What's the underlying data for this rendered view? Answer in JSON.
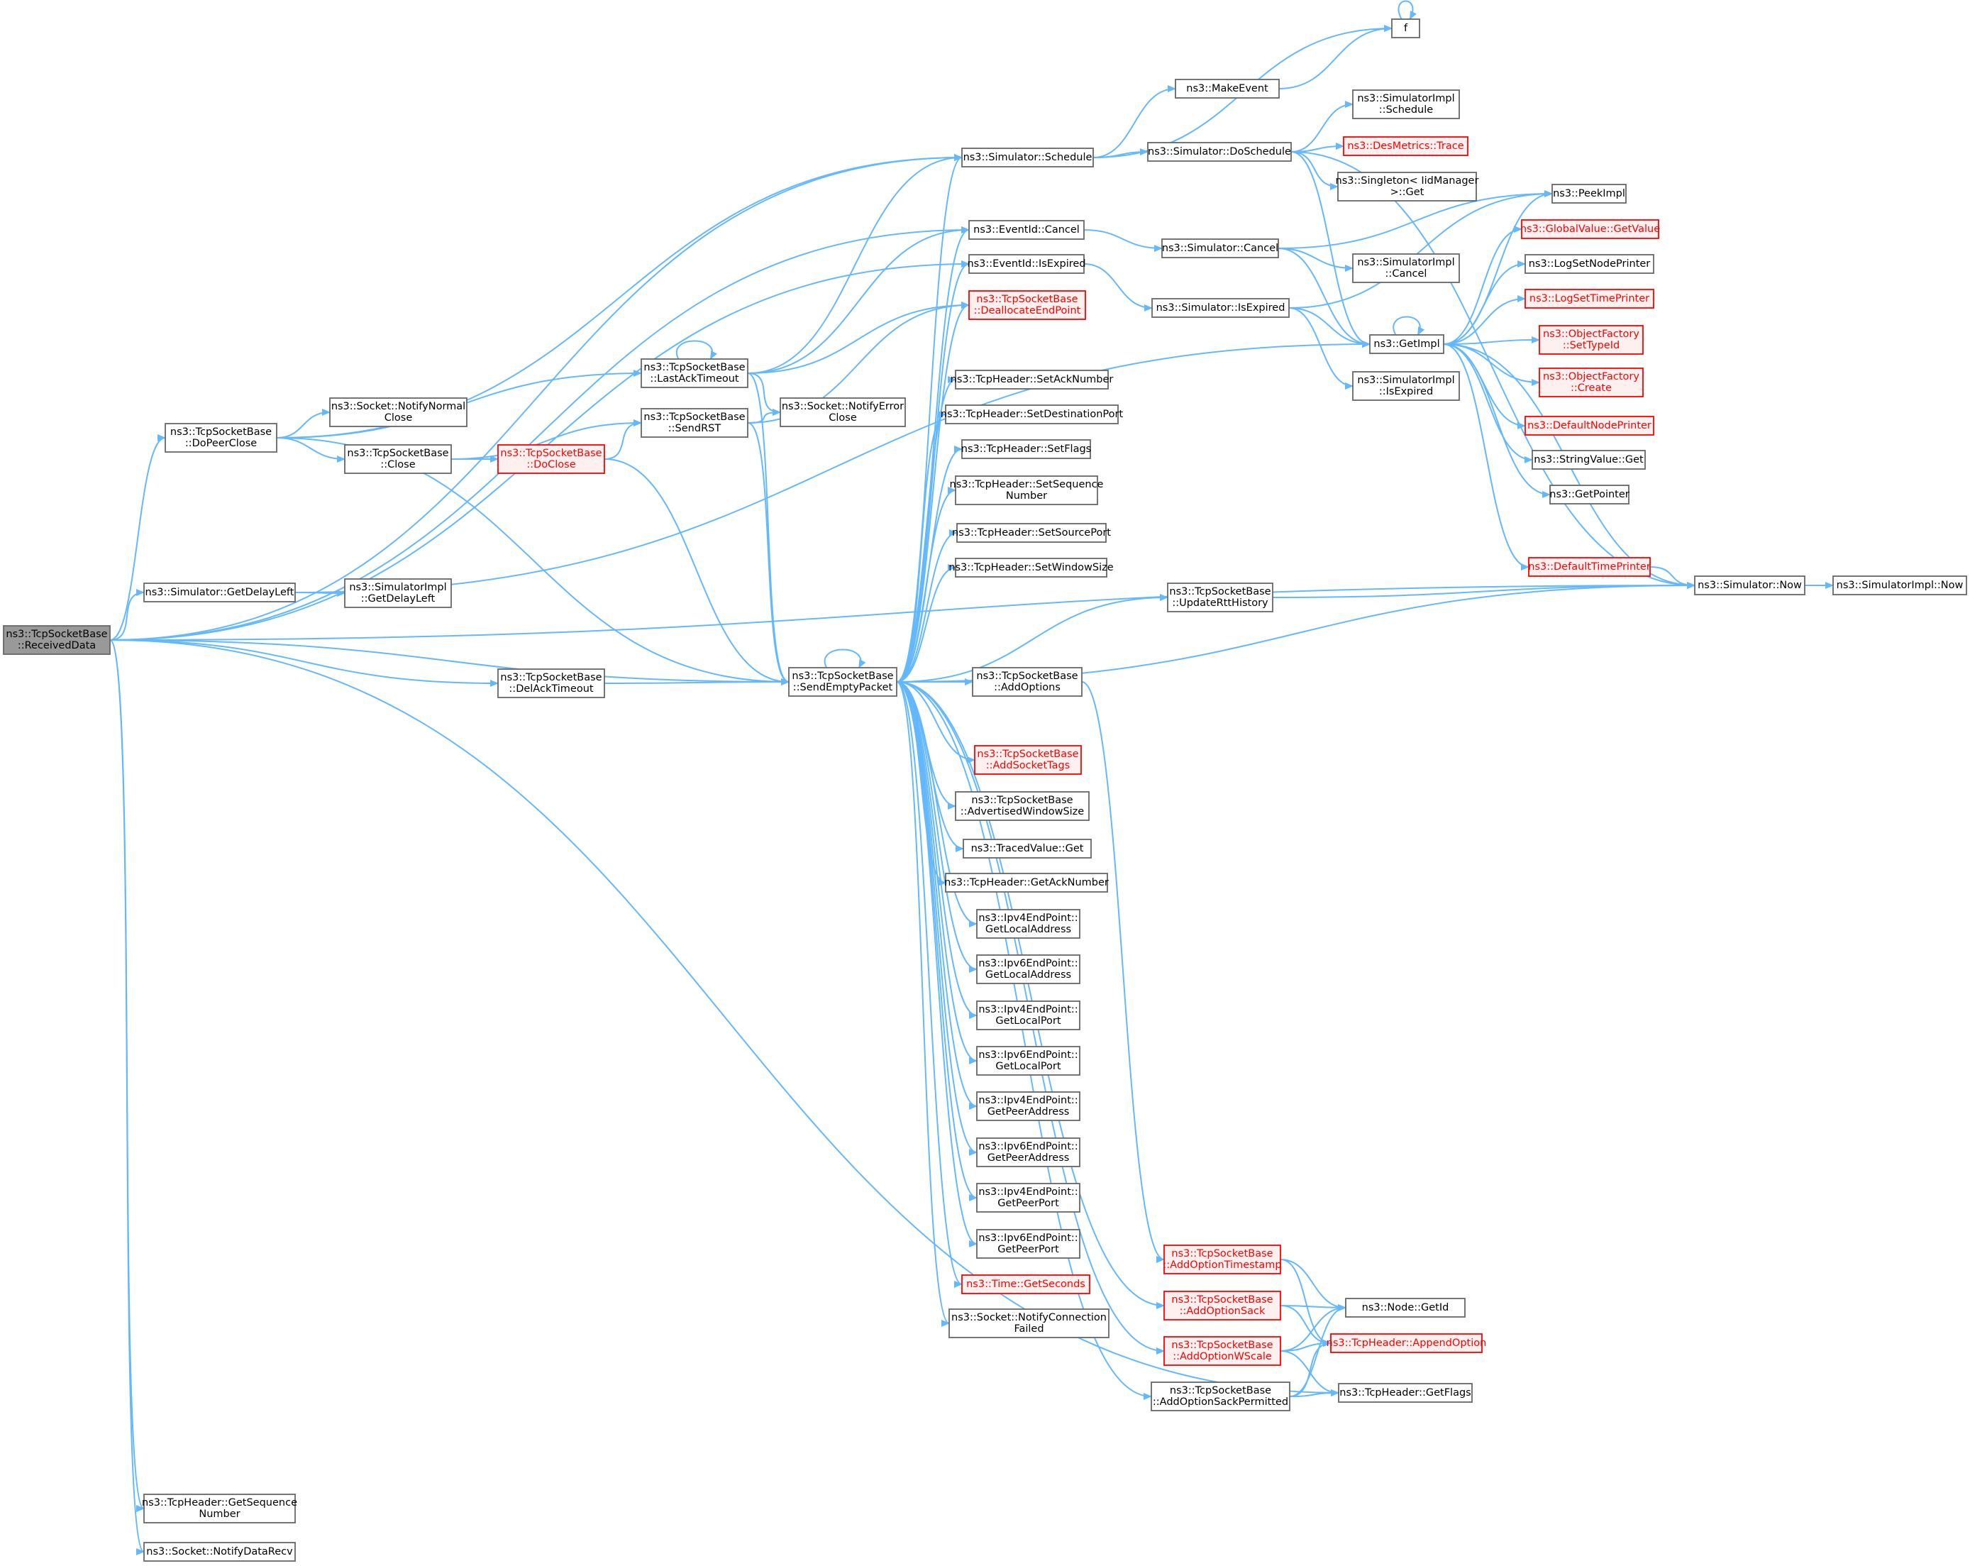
{
  "diagram": {
    "type": "call-graph",
    "colors": {
      "edge": "#63b8ff",
      "node_border": "#666666",
      "highlight_border": "#ff0000",
      "highlight_fill": "#fff0f0",
      "root_fill": "#999999"
    },
    "nodes": [
      {
        "id": "ReceivedData",
        "lines": [
          "ns3::TcpSocketBase",
          "::ReceivedData"
        ],
        "style": "root"
      },
      {
        "id": "DoPeerClose",
        "lines": [
          "ns3::TcpSocketBase",
          "::DoPeerClose"
        ],
        "style": "normal"
      },
      {
        "id": "GetDelayLeft",
        "lines": [
          "ns3::Simulator::GetDelayLeft"
        ],
        "style": "normal"
      },
      {
        "id": "GetSequenceNumber",
        "lines": [
          "ns3::TcpHeader::GetSequence",
          "Number"
        ],
        "style": "normal"
      },
      {
        "id": "NotifyDataRecv",
        "lines": [
          "ns3::Socket::NotifyDataRecv"
        ],
        "style": "normal"
      },
      {
        "id": "NotifyNormalClose",
        "lines": [
          "ns3::Socket::NotifyNormal",
          "Close"
        ],
        "style": "normal"
      },
      {
        "id": "Close",
        "lines": [
          "ns3::TcpSocketBase",
          "::Close"
        ],
        "style": "normal"
      },
      {
        "id": "SimImplGetDelayLeft",
        "lines": [
          "ns3::SimulatorImpl",
          "::GetDelayLeft"
        ],
        "style": "normal"
      },
      {
        "id": "DelAckTimeout",
        "lines": [
          "ns3::TcpSocketBase",
          "::DelAckTimeout"
        ],
        "style": "normal"
      },
      {
        "id": "DoClose",
        "lines": [
          "ns3::TcpSocketBase",
          "::DoClose"
        ],
        "style": "red"
      },
      {
        "id": "LastAckTimeout",
        "lines": [
          "ns3::TcpSocketBase",
          "::LastAckTimeout"
        ],
        "style": "normal"
      },
      {
        "id": "SendRST",
        "lines": [
          "ns3::TcpSocketBase",
          "::SendRST"
        ],
        "style": "normal"
      },
      {
        "id": "NotifyErrorClose",
        "lines": [
          "ns3::Socket::NotifyError",
          "Close"
        ],
        "style": "normal"
      },
      {
        "id": "SendEmptyPacket",
        "lines": [
          "ns3::TcpSocketBase",
          "::SendEmptyPacket"
        ],
        "style": "normal"
      },
      {
        "id": "Schedule",
        "lines": [
          "ns3::Simulator::Schedule"
        ],
        "style": "normal"
      },
      {
        "id": "EventIdCancel",
        "lines": [
          "ns3::EventId::Cancel"
        ],
        "style": "normal"
      },
      {
        "id": "EventIdIsExpired",
        "lines": [
          "ns3::EventId::IsExpired"
        ],
        "style": "normal"
      },
      {
        "id": "DeallocateEndPoint",
        "lines": [
          "ns3::TcpSocketBase",
          "::DeallocateEndPoint"
        ],
        "style": "red"
      },
      {
        "id": "SetAckNumber",
        "lines": [
          "ns3::TcpHeader::SetAckNumber"
        ],
        "style": "normal"
      },
      {
        "id": "SetDestinationPort",
        "lines": [
          "ns3::TcpHeader::SetDestinationPort"
        ],
        "style": "normal"
      },
      {
        "id": "SetFlags",
        "lines": [
          "ns3::TcpHeader::SetFlags"
        ],
        "style": "normal"
      },
      {
        "id": "SetSequenceNumber",
        "lines": [
          "ns3::TcpHeader::SetSequence",
          "Number"
        ],
        "style": "normal"
      },
      {
        "id": "SetSourcePort",
        "lines": [
          "ns3::TcpHeader::SetSourcePort"
        ],
        "style": "normal"
      },
      {
        "id": "SetWindowSize",
        "lines": [
          "ns3::TcpHeader::SetWindowSize"
        ],
        "style": "normal"
      },
      {
        "id": "AddOptions",
        "lines": [
          "ns3::TcpSocketBase",
          "::AddOptions"
        ],
        "style": "normal"
      },
      {
        "id": "AddSocketTags",
        "lines": [
          "ns3::TcpSocketBase",
          "::AddSocketTags"
        ],
        "style": "red"
      },
      {
        "id": "AdvertisedWindowSize",
        "lines": [
          "ns3::TcpSocketBase",
          "::AdvertisedWindowSize"
        ],
        "style": "normal"
      },
      {
        "id": "TracedValueGet",
        "lines": [
          "ns3::TracedValue::Get"
        ],
        "style": "normal"
      },
      {
        "id": "GetAckNumber",
        "lines": [
          "ns3::TcpHeader::GetAckNumber"
        ],
        "style": "normal"
      },
      {
        "id": "Ipv4GetLocalAddress",
        "lines": [
          "ns3::Ipv4EndPoint::",
          "GetLocalAddress"
        ],
        "style": "normal"
      },
      {
        "id": "Ipv6GetLocalAddress",
        "lines": [
          "ns3::Ipv6EndPoint::",
          "GetLocalAddress"
        ],
        "style": "normal"
      },
      {
        "id": "Ipv4GetLocalPort",
        "lines": [
          "ns3::Ipv4EndPoint::",
          "GetLocalPort"
        ],
        "style": "normal"
      },
      {
        "id": "Ipv6GetLocalPort",
        "lines": [
          "ns3::Ipv6EndPoint::",
          "GetLocalPort"
        ],
        "style": "normal"
      },
      {
        "id": "Ipv4GetPeerAddress",
        "lines": [
          "ns3::Ipv4EndPoint::",
          "GetPeerAddress"
        ],
        "style": "normal"
      },
      {
        "id": "Ipv6GetPeerAddress",
        "lines": [
          "ns3::Ipv6EndPoint::",
          "GetPeerAddress"
        ],
        "style": "normal"
      },
      {
        "id": "Ipv4GetPeerPort",
        "lines": [
          "ns3::Ipv4EndPoint::",
          "GetPeerPort"
        ],
        "style": "normal"
      },
      {
        "id": "Ipv6GetPeerPort",
        "lines": [
          "ns3::Ipv6EndPoint::",
          "GetPeerPort"
        ],
        "style": "normal"
      },
      {
        "id": "GetSeconds",
        "lines": [
          "ns3::Time::GetSeconds"
        ],
        "style": "red"
      },
      {
        "id": "NotifyConnectionFailed",
        "lines": [
          "ns3::Socket::NotifyConnection",
          "Failed"
        ],
        "style": "normal"
      },
      {
        "id": "MakeEvent",
        "lines": [
          "ns3::MakeEvent"
        ],
        "style": "normal"
      },
      {
        "id": "f",
        "lines": [
          "f"
        ],
        "style": "normal"
      },
      {
        "id": "DoSchedule",
        "lines": [
          "ns3::Simulator::DoSchedule"
        ],
        "style": "normal"
      },
      {
        "id": "SimCancel",
        "lines": [
          "ns3::Simulator::Cancel"
        ],
        "style": "normal"
      },
      {
        "id": "SimIsExpired",
        "lines": [
          "ns3::Simulator::IsExpired"
        ],
        "style": "normal"
      },
      {
        "id": "UpdateRttHistory",
        "lines": [
          "ns3::TcpSocketBase",
          "::UpdateRttHistory"
        ],
        "style": "normal"
      },
      {
        "id": "AddOptionTimestamp",
        "lines": [
          "ns3::TcpSocketBase",
          "::AddOptionTimestamp"
        ],
        "style": "red"
      },
      {
        "id": "AddOptionSack",
        "lines": [
          "ns3::TcpSocketBase",
          "::AddOptionSack"
        ],
        "style": "red"
      },
      {
        "id": "AddOptionWScale",
        "lines": [
          "ns3::TcpSocketBase",
          "::AddOptionWScale"
        ],
        "style": "red"
      },
      {
        "id": "AddOptionSackPermitted",
        "lines": [
          "ns3::TcpSocketBase",
          "::AddOptionSackPermitted"
        ],
        "style": "normal"
      },
      {
        "id": "SimImplSchedule",
        "lines": [
          "ns3::SimulatorImpl",
          "::Schedule"
        ],
        "style": "normal"
      },
      {
        "id": "DesMetricsTrace",
        "lines": [
          "ns3::DesMetrics::Trace"
        ],
        "style": "red"
      },
      {
        "id": "SingletonGet",
        "lines": [
          "ns3::Singleton< IidManager",
          ">::Get"
        ],
        "style": "normal"
      },
      {
        "id": "SimImplCancel",
        "lines": [
          "ns3::SimulatorImpl",
          "::Cancel"
        ],
        "style": "normal"
      },
      {
        "id": "GetImpl",
        "lines": [
          "ns3::GetImpl"
        ],
        "style": "normal"
      },
      {
        "id": "SimImplIsExpired",
        "lines": [
          "ns3::SimulatorImpl",
          "::IsExpired"
        ],
        "style": "normal"
      },
      {
        "id": "NodeGetId",
        "lines": [
          "ns3::Node::GetId"
        ],
        "style": "normal"
      },
      {
        "id": "AppendOption",
        "lines": [
          "ns3::TcpHeader::AppendOption"
        ],
        "style": "red"
      },
      {
        "id": "GetFlags",
        "lines": [
          "ns3::TcpHeader::GetFlags"
        ],
        "style": "normal"
      },
      {
        "id": "PeekImpl",
        "lines": [
          "ns3::PeekImpl"
        ],
        "style": "normal"
      },
      {
        "id": "GlobalValueGetValue",
        "lines": [
          "ns3::GlobalValue::GetValue"
        ],
        "style": "red"
      },
      {
        "id": "LogSetNodePrinter",
        "lines": [
          "ns3::LogSetNodePrinter"
        ],
        "style": "normal"
      },
      {
        "id": "LogSetTimePrinter",
        "lines": [
          "ns3::LogSetTimePrinter"
        ],
        "style": "red"
      },
      {
        "id": "SetTypeId",
        "lines": [
          "ns3::ObjectFactory",
          "::SetTypeId"
        ],
        "style": "red"
      },
      {
        "id": "ObjectFactoryCreate",
        "lines": [
          "ns3::ObjectFactory",
          "::Create"
        ],
        "style": "red"
      },
      {
        "id": "DefaultNodePrinter",
        "lines": [
          "ns3::DefaultNodePrinter"
        ],
        "style": "red"
      },
      {
        "id": "StringValueGet",
        "lines": [
          "ns3::StringValue::Get"
        ],
        "style": "normal"
      },
      {
        "id": "GetPointer",
        "lines": [
          "ns3::GetPointer"
        ],
        "style": "normal"
      },
      {
        "id": "DefaultTimePrinter",
        "lines": [
          "ns3::DefaultTimePrinter"
        ],
        "style": "red"
      },
      {
        "id": "SimNow",
        "lines": [
          "ns3::Simulator::Now"
        ],
        "style": "normal"
      },
      {
        "id": "SimImplNow",
        "lines": [
          "ns3::SimulatorImpl::Now"
        ],
        "style": "normal"
      }
    ],
    "edges": [
      [
        "ReceivedData",
        "Schedule"
      ],
      [
        "ReceivedData",
        "EventIdCancel"
      ],
      [
        "ReceivedData",
        "EventIdIsExpired"
      ],
      [
        "ReceivedData",
        "DoPeerClose"
      ],
      [
        "ReceivedData",
        "GetDelayLeft"
      ],
      [
        "ReceivedData",
        "SendEmptyPacket"
      ],
      [
        "ReceivedData",
        "DelAckTimeout"
      ],
      [
        "ReceivedData",
        "GetFlags"
      ],
      [
        "ReceivedData",
        "SimNow"
      ],
      [
        "ReceivedData",
        "GetSequenceNumber"
      ],
      [
        "ReceivedData",
        "NotifyDataRecv"
      ],
      [
        "DoPeerClose",
        "Schedule"
      ],
      [
        "DoPeerClose",
        "LastAckTimeout"
      ],
      [
        "DoPeerClose",
        "NotifyNormalClose"
      ],
      [
        "DoPeerClose",
        "Close"
      ],
      [
        "DoPeerClose",
        "SendEmptyPacket"
      ],
      [
        "GetDelayLeft",
        "SimImplGetDelayLeft"
      ],
      [
        "GetDelayLeft",
        "GetImpl"
      ],
      [
        "Close",
        "SendRST"
      ],
      [
        "Close",
        "DoClose"
      ],
      [
        "DoClose",
        "SendRST"
      ],
      [
        "DoClose",
        "SendEmptyPacket"
      ],
      [
        "DelAckTimeout",
        "SendEmptyPacket"
      ],
      [
        "LastAckTimeout",
        "LastAckTimeout"
      ],
      [
        "LastAckTimeout",
        "Schedule"
      ],
      [
        "LastAckTimeout",
        "EventIdCancel"
      ],
      [
        "LastAckTimeout",
        "DeallocateEndPoint"
      ],
      [
        "LastAckTimeout",
        "NotifyErrorClose"
      ],
      [
        "LastAckTimeout",
        "SendEmptyPacket"
      ],
      [
        "SendRST",
        "NotifyErrorClose"
      ],
      [
        "SendRST",
        "DeallocateEndPoint"
      ],
      [
        "SendRST",
        "SendEmptyPacket"
      ],
      [
        "SendEmptyPacket",
        "SendEmptyPacket"
      ],
      [
        "SendEmptyPacket",
        "Schedule"
      ],
      [
        "SendEmptyPacket",
        "EventIdCancel"
      ],
      [
        "SendEmptyPacket",
        "EventIdIsExpired"
      ],
      [
        "SendEmptyPacket",
        "DeallocateEndPoint"
      ],
      [
        "SendEmptyPacket",
        "SetAckNumber"
      ],
      [
        "SendEmptyPacket",
        "SetDestinationPort"
      ],
      [
        "SendEmptyPacket",
        "SetFlags"
      ],
      [
        "SendEmptyPacket",
        "SetSequenceNumber"
      ],
      [
        "SendEmptyPacket",
        "SetSourcePort"
      ],
      [
        "SendEmptyPacket",
        "SetWindowSize"
      ],
      [
        "SendEmptyPacket",
        "UpdateRttHistory"
      ],
      [
        "SendEmptyPacket",
        "SimNow"
      ],
      [
        "SendEmptyPacket",
        "AddOptions"
      ],
      [
        "SendEmptyPacket",
        "AddSocketTags"
      ],
      [
        "SendEmptyPacket",
        "AdvertisedWindowSize"
      ],
      [
        "SendEmptyPacket",
        "TracedValueGet"
      ],
      [
        "SendEmptyPacket",
        "GetAckNumber"
      ],
      [
        "SendEmptyPacket",
        "Ipv4GetLocalAddress"
      ],
      [
        "SendEmptyPacket",
        "Ipv6GetLocalAddress"
      ],
      [
        "SendEmptyPacket",
        "Ipv4GetLocalPort"
      ],
      [
        "SendEmptyPacket",
        "Ipv6GetLocalPort"
      ],
      [
        "SendEmptyPacket",
        "Ipv4GetPeerAddress"
      ],
      [
        "SendEmptyPacket",
        "Ipv6GetPeerAddress"
      ],
      [
        "SendEmptyPacket",
        "Ipv4GetPeerPort"
      ],
      [
        "SendEmptyPacket",
        "Ipv6GetPeerPort"
      ],
      [
        "SendEmptyPacket",
        "GetSeconds"
      ],
      [
        "SendEmptyPacket",
        "NotifyConnectionFailed"
      ],
      [
        "SendEmptyPacket",
        "AddOptionSack"
      ],
      [
        "SendEmptyPacket",
        "AddOptionWScale"
      ],
      [
        "SendEmptyPacket",
        "AddOptionSackPermitted"
      ],
      [
        "Schedule",
        "MakeEvent"
      ],
      [
        "Schedule",
        "f"
      ],
      [
        "Schedule",
        "DoSchedule"
      ],
      [
        "MakeEvent",
        "f"
      ],
      [
        "f",
        "f"
      ],
      [
        "DoSchedule",
        "SimImplSchedule"
      ],
      [
        "DoSchedule",
        "DesMetricsTrace"
      ],
      [
        "DoSchedule",
        "SingletonGet"
      ],
      [
        "DoSchedule",
        "GetImpl"
      ],
      [
        "DoSchedule",
        "SimNow"
      ],
      [
        "EventIdCancel",
        "SimCancel"
      ],
      [
        "SimCancel",
        "SimImplCancel"
      ],
      [
        "SimCancel",
        "GetImpl"
      ],
      [
        "SimCancel",
        "PeekImpl"
      ],
      [
        "EventIdIsExpired",
        "SimIsExpired"
      ],
      [
        "SimIsExpired",
        "GetImpl"
      ],
      [
        "SimIsExpired",
        "SimImplIsExpired"
      ],
      [
        "SimIsExpired",
        "PeekImpl"
      ],
      [
        "GetImpl",
        "PeekImpl"
      ],
      [
        "GetImpl",
        "GlobalValueGetValue"
      ],
      [
        "GetImpl",
        "LogSetNodePrinter"
      ],
      [
        "GetImpl",
        "LogSetTimePrinter"
      ],
      [
        "GetImpl",
        "SetTypeId"
      ],
      [
        "GetImpl",
        "ObjectFactoryCreate"
      ],
      [
        "GetImpl",
        "DefaultNodePrinter"
      ],
      [
        "GetImpl",
        "StringValueGet"
      ],
      [
        "GetImpl",
        "GetPointer"
      ],
      [
        "GetImpl",
        "DefaultTimePrinter"
      ],
      [
        "GetImpl",
        "SimNow"
      ],
      [
        "GetImpl",
        "GetImpl"
      ],
      [
        "DefaultTimePrinter",
        "SimNow"
      ],
      [
        "SimNow",
        "SimImplNow"
      ],
      [
        "UpdateRttHistory",
        "SimNow"
      ],
      [
        "AddOptions",
        "AddOptionTimestamp"
      ],
      [
        "AddOptionTimestamp",
        "NodeGetId"
      ],
      [
        "AddOptionTimestamp",
        "AppendOption"
      ],
      [
        "AddOptionSack",
        "NodeGetId"
      ],
      [
        "AddOptionSack",
        "AppendOption"
      ],
      [
        "AddOptionWScale",
        "NodeGetId"
      ],
      [
        "AddOptionWScale",
        "AppendOption"
      ],
      [
        "AddOptionWScale",
        "GetFlags"
      ],
      [
        "AddOptionSackPermitted",
        "NodeGetId"
      ],
      [
        "AddOptionSackPermitted",
        "AppendOption"
      ],
      [
        "AddOptionSackPermitted",
        "GetFlags"
      ]
    ]
  }
}
